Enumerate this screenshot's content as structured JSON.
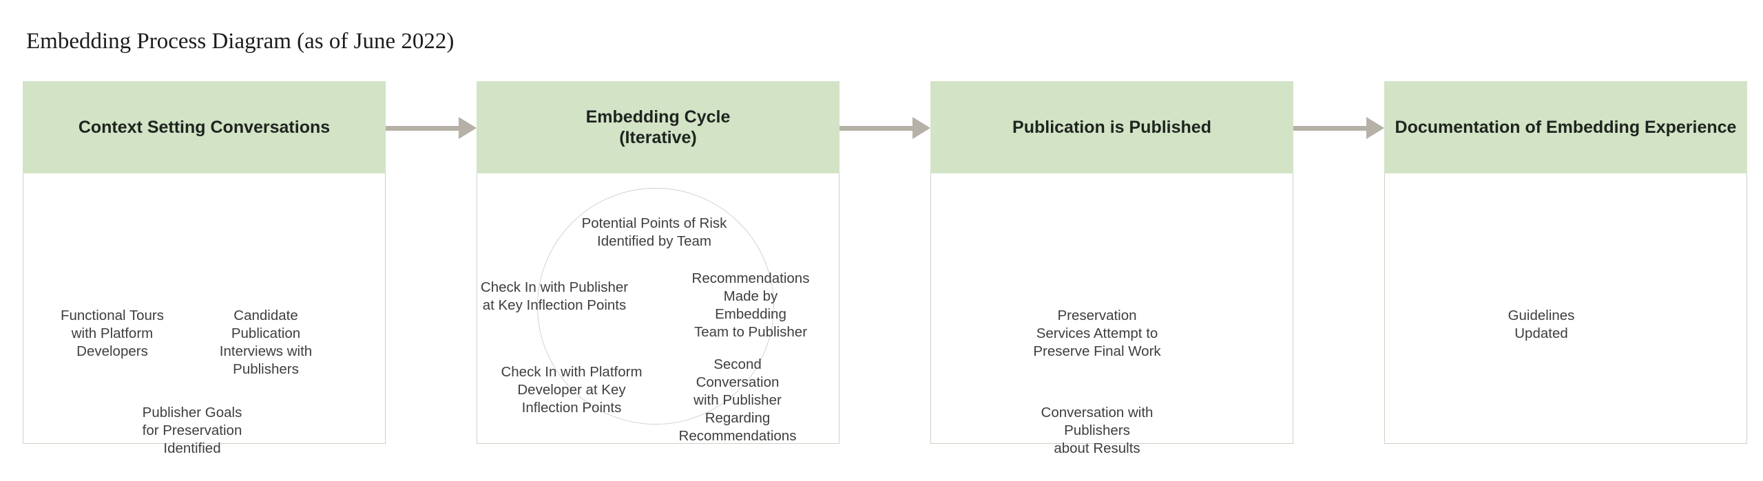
{
  "title": "Embedding Process Diagram (as of June 2022)",
  "colors": {
    "background": "#ffffff",
    "header_bg": "#d2e3c6",
    "header_text": "#1e241e",
    "body_text": "#3d3e40",
    "box_border": "#c9d4c2",
    "arrow": "#b6b1a6",
    "circle_outline": "#d2d2d2",
    "title_text": "#1c1c1c"
  },
  "columns": [
    {
      "header": "Context Setting Conversations",
      "items": [
        "Functional Tours\nwith Platform\nDevelopers",
        "Candidate Publication\nInterviews with\nPublishers",
        "Publisher Goals\nfor Preservation\nIdentified"
      ]
    },
    {
      "header": "Embedding Cycle\n(Iterative)",
      "items": [
        "Potential Points of Risk\nIdentified by Team",
        "Check In with Publisher\nat Key Inflection Points",
        "Recommendations\nMade by Embedding\nTeam to Publisher",
        "Check In with Platform\nDeveloper at Key\nInflection Points",
        "Second Conversation\nwith Publisher\nRegarding\nRecommendations"
      ]
    },
    {
      "header": "Publication is Published",
      "items": [
        "Preservation\nServices Attempt to\nPreserve Final Work",
        "Conversation with\nPublishers\nabout Results"
      ]
    },
    {
      "header": "Documentation of Embedding Experience",
      "items": [
        "Guidelines\nUpdated"
      ]
    }
  ]
}
